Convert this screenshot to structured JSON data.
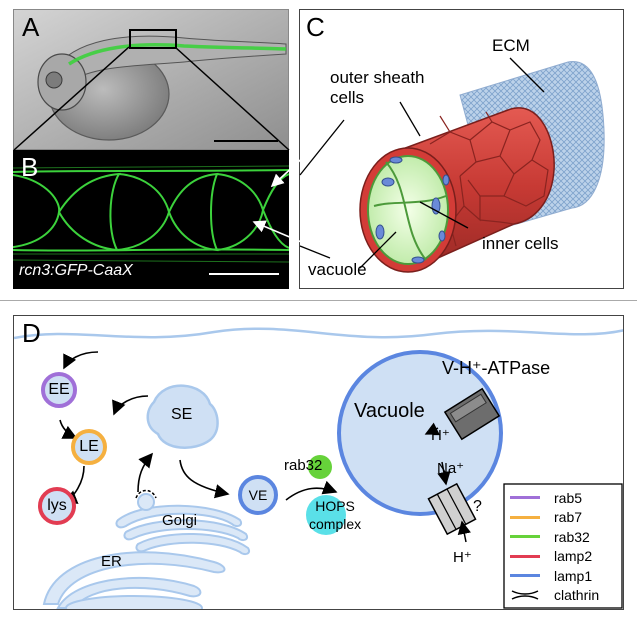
{
  "panels": {
    "a": {
      "letter": "A"
    },
    "b": {
      "letter": "B",
      "caption": "rcn3:GFP-CaaX"
    },
    "c": {
      "letter": "C",
      "ecm": "ECM",
      "outer_sheath": "outer sheath\ncells",
      "inner_cells": "inner cells",
      "vacuole": "vacuole"
    },
    "d": {
      "letter": "D",
      "organelles": {
        "ee": "EE",
        "le": "LE",
        "lys": "lys",
        "se": "SE",
        "ve": "VE",
        "golgi": "Golgi",
        "er": "ER",
        "rab32": "rab32",
        "hops": "HOPS\ncomplex",
        "vacuole": "Vacuole",
        "v_atpase": "V-H⁺-ATPase",
        "h_plus_1": "H⁺",
        "na_plus": "Na⁺",
        "h_plus_2": "H⁺",
        "question": "?"
      },
      "legend": [
        {
          "label": "rab5",
          "color": "#a070d8"
        },
        {
          "label": "rab7",
          "color": "#f5b040"
        },
        {
          "label": "rab32",
          "color": "#66d23a"
        },
        {
          "label": "lamp2",
          "color": "#e23c52"
        },
        {
          "label": "lamp1",
          "color": "#5b86e0"
        },
        {
          "label": "clathrin",
          "color": "#000000"
        }
      ]
    }
  },
  "colors": {
    "green_signal": "#3cd23c",
    "organelle_fill": "#cfe0f4",
    "membrane": "#a9c8ec",
    "sheath_red": "#d9433f",
    "ecm_blue": "#a8c4e4"
  }
}
